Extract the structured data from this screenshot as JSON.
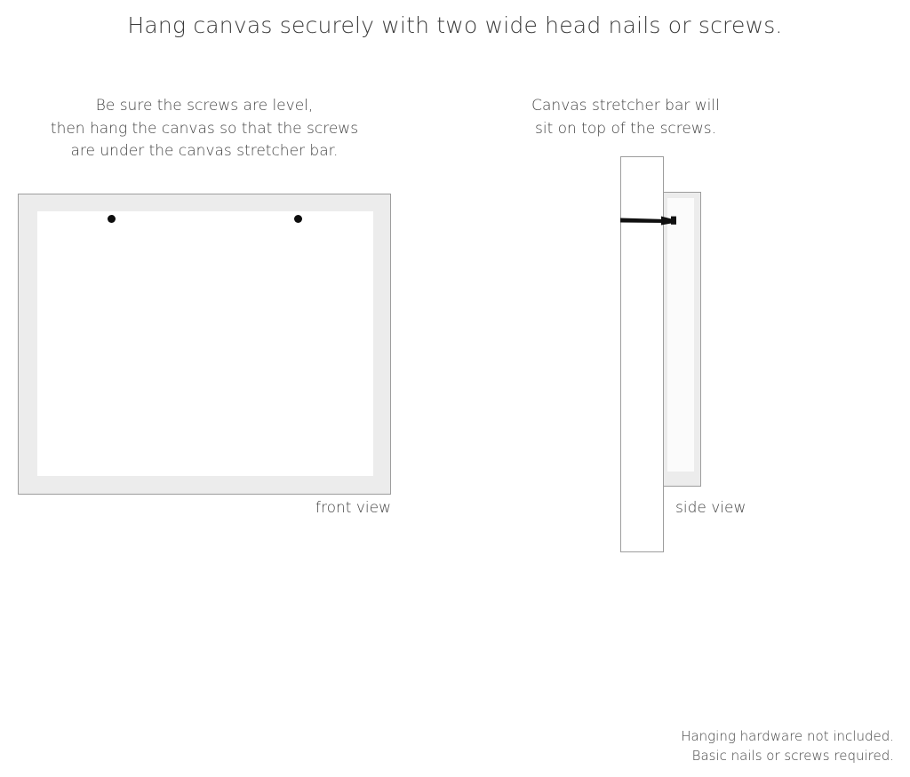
{
  "page": {
    "title": "Hang canvas securely with two wide head nails or screws.",
    "background_color": "#ffffff",
    "text_color": "#434343"
  },
  "front_view": {
    "caption_lines": [
      "Be sure the screws are level,",
      "then hang the canvas so that the screws",
      "are under the canvas stretcher bar."
    ],
    "label": "front view",
    "frame_color": "#ececec",
    "frame_border_color": "#9d9d9d",
    "inner_panel_color": "#ffffff",
    "screws": [
      {
        "name": "left-screw",
        "color": "#0d0d0d"
      },
      {
        "name": "right-screw",
        "color": "#0d0d0d"
      }
    ]
  },
  "side_view": {
    "caption_lines": [
      "Canvas stretcher bar will",
      "sit on top of the screws."
    ],
    "label": "side view",
    "wall_color": "#ffffff",
    "wall_border_color": "#9d9d9d",
    "stretcher_bar_color": "#ececec",
    "stretcher_bar_inner_color": "#fbfbfb",
    "screw_color": "#101010"
  },
  "footer": {
    "lines": [
      "Hanging hardware not included.",
      "Basic nails or screws required."
    ]
  }
}
